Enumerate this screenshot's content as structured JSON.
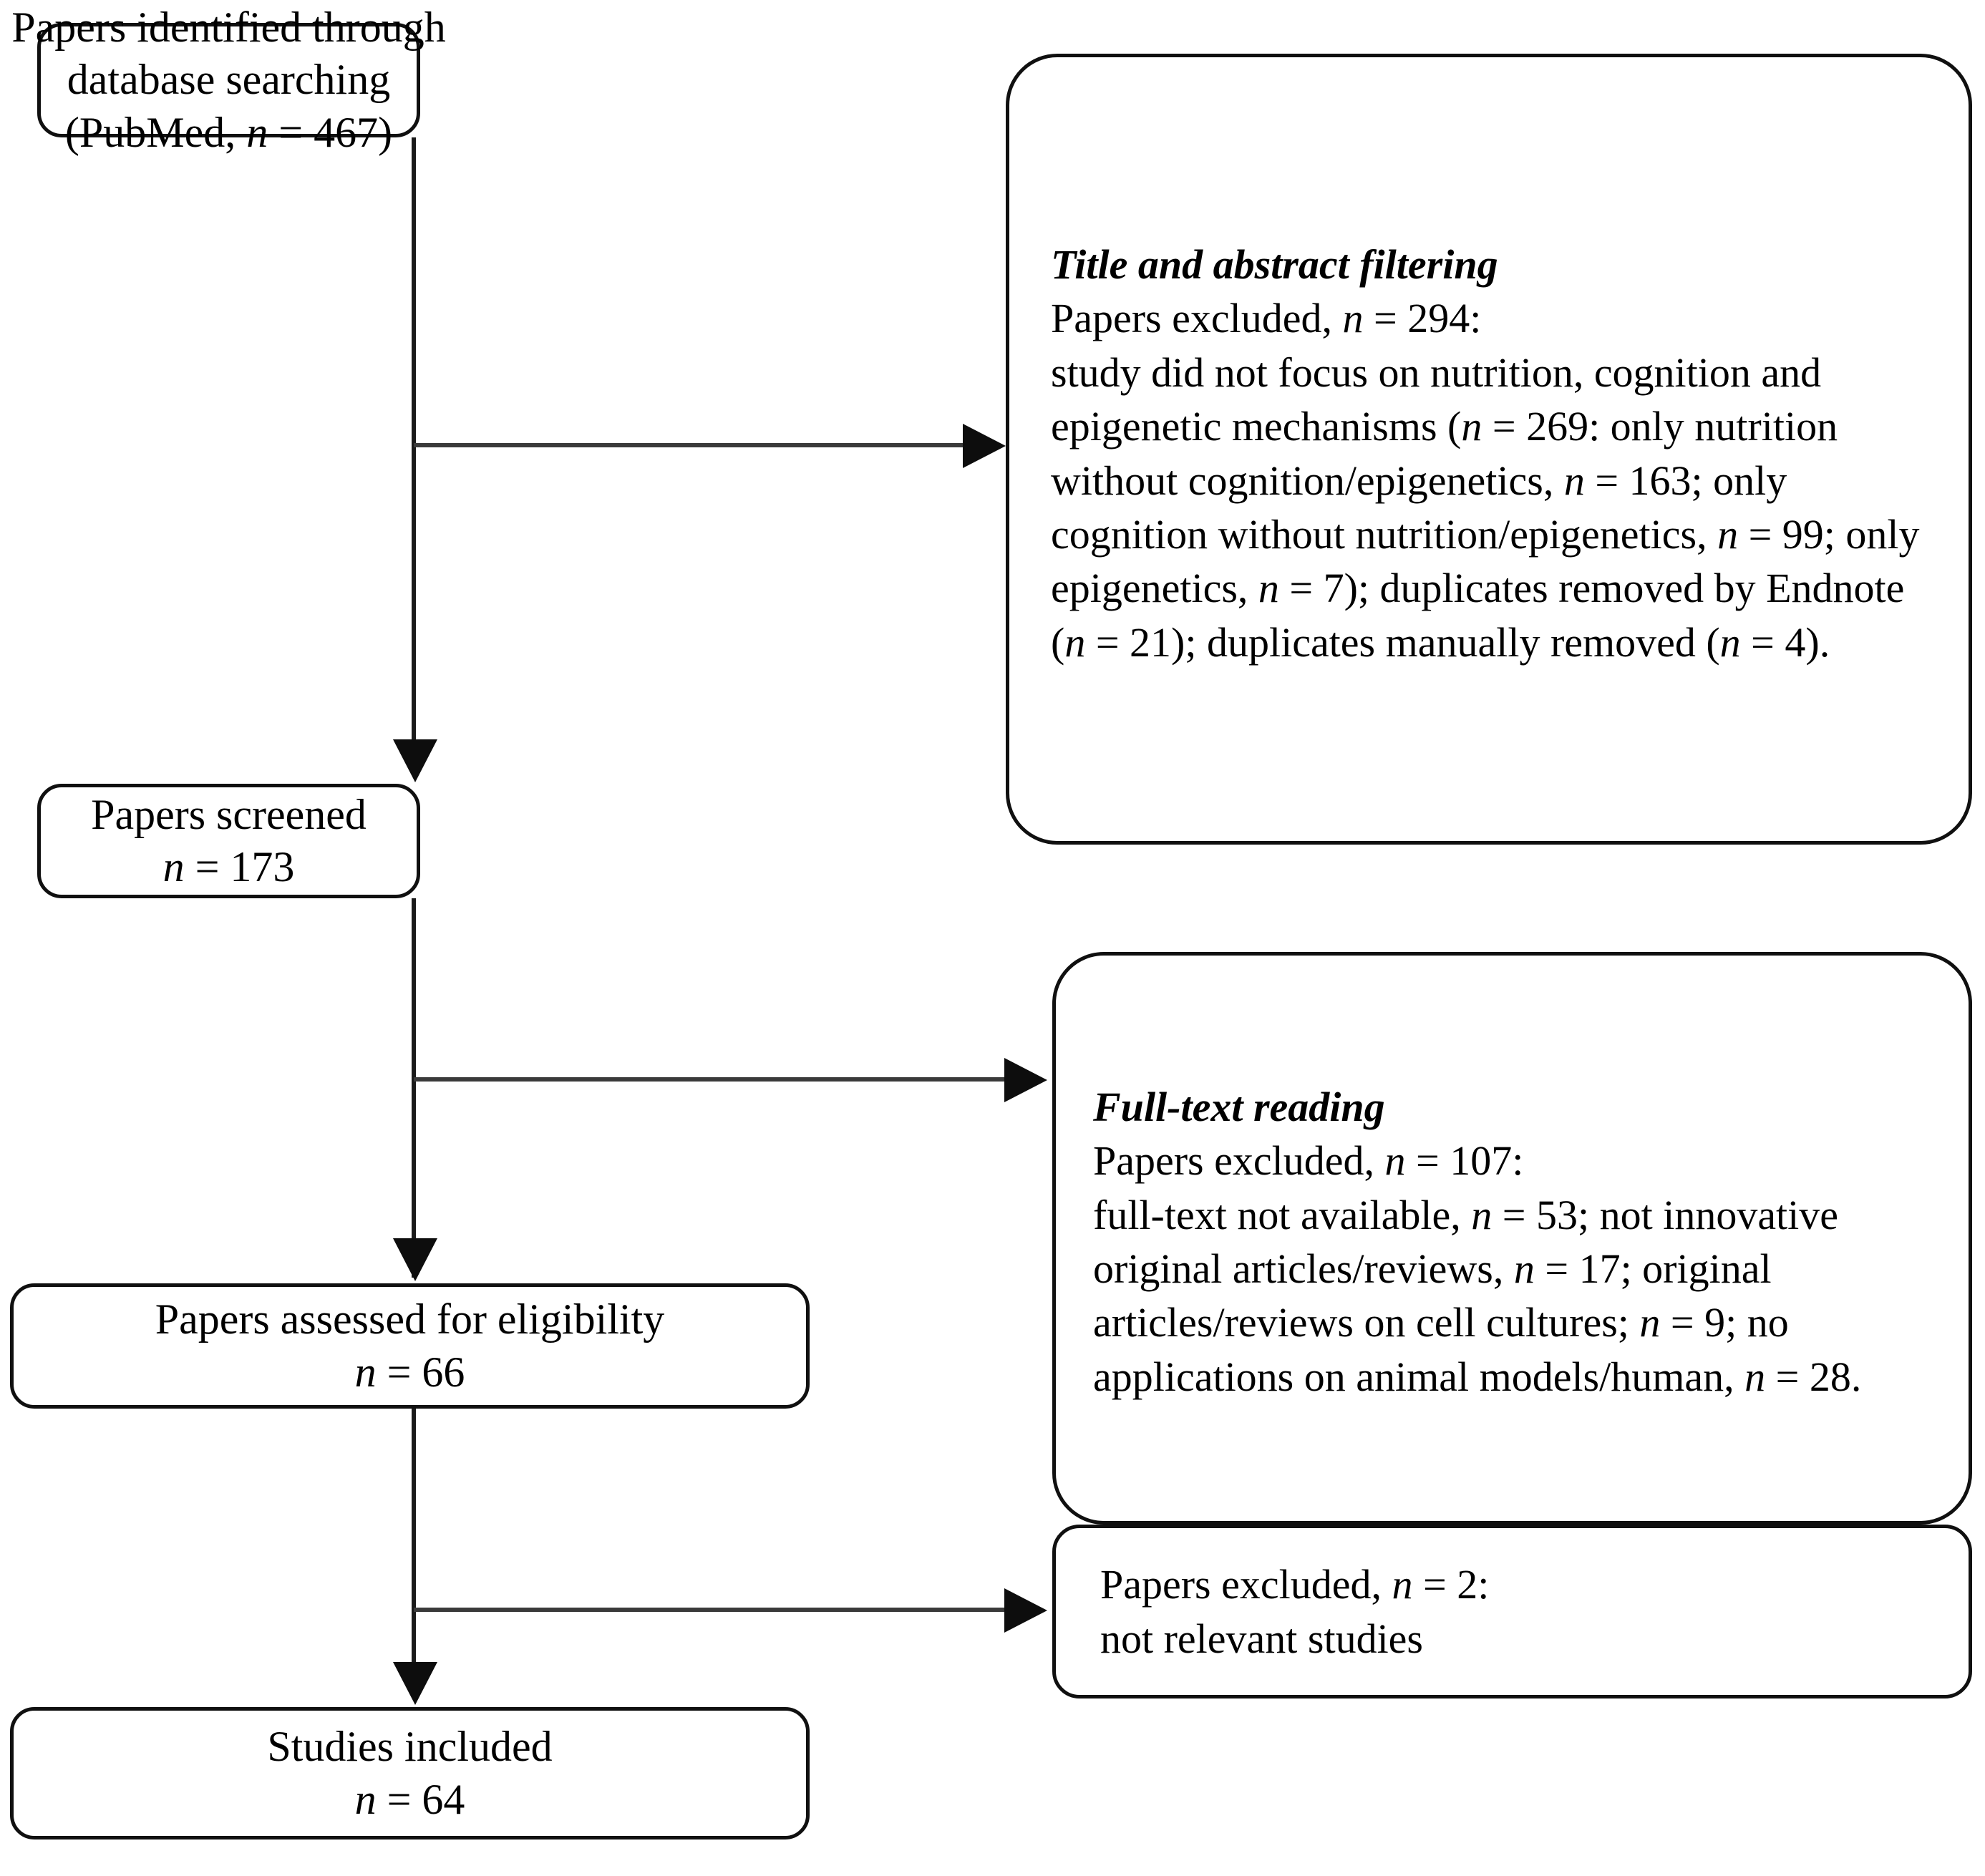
{
  "figure": {
    "type": "prisma-flow-diagram",
    "title": "PRISMA study selection flow diagram"
  },
  "flow": {
    "nodes": [
      {
        "id": "identified",
        "name": "papers-identified-box",
        "lines": [
          "Papers identified through",
          "database searching",
          "(PubMed, n = 467)"
        ],
        "count": 467,
        "source": "PubMed"
      },
      {
        "id": "screened",
        "name": "papers-screened-box",
        "lines": [
          "Papers screened",
          "n = 173"
        ],
        "count": 173
      },
      {
        "id": "eligibility",
        "name": "papers-assessed-box",
        "lines": [
          "Papers assessed for eligibility",
          "n = 66"
        ],
        "count": 66
      },
      {
        "id": "included",
        "name": "studies-included-box",
        "lines": [
          "Studies included",
          "n = 64"
        ],
        "count": 64
      }
    ],
    "exclusions": [
      {
        "id": "exclusion-title-abstract",
        "name": "title-abstract-filtering-box",
        "heading": "Title and abstract filtering",
        "body": "Papers excluded, n = 294: study did not focus on nutrition, cognition and epigenetic mechanisms (n = 269: only nutrition without cognition/epigenetics, n = 163; only cognition without nutrition/epigenetics, n = 99; only epigenetics, n = 7); duplicates removed by Endnote (n = 21); duplicates manually removed (n = 4).",
        "excluded_total": 294,
        "breakdown": [
          {
            "reason": "study did not focus on nutrition, cognition and epigenetic mechanisms",
            "n": 269
          },
          {
            "reason": "only nutrition without cognition/epigenetics",
            "n": 163
          },
          {
            "reason": "only cognition without nutrition/epigenetics",
            "n": 99
          },
          {
            "reason": "only epigenetics",
            "n": 7
          },
          {
            "reason": "duplicates removed by Endnote",
            "n": 21
          },
          {
            "reason": "duplicates manually removed",
            "n": 4
          }
        ]
      },
      {
        "id": "exclusion-full-text",
        "name": "full-text-reading-box",
        "heading": "Full-text reading",
        "body": "Papers excluded, n = 107: full-text not available, n = 53; not innovative original articles/reviews, n = 17; original articles/reviews on cell cultures; n = 9; no applications on animal models/human, n = 28.",
        "excluded_total": 107,
        "breakdown": [
          {
            "reason": "full-text not available",
            "n": 53
          },
          {
            "reason": "not innovative original articles/reviews",
            "n": 17
          },
          {
            "reason": "original articles/reviews on cell cultures",
            "n": 9
          },
          {
            "reason": "no applications on animal models/human",
            "n": 28
          }
        ]
      },
      {
        "id": "exclusion-final",
        "name": "final-exclusion-box",
        "heading": "",
        "body": "Papers excluded, n = 2: not relevant studies",
        "excluded_total": 2,
        "breakdown": [
          {
            "reason": "not relevant studies",
            "n": 2
          }
        ]
      }
    ]
  },
  "colors": {
    "box_border": "#101010",
    "connector": "#1a1a1a",
    "background": "#ffffff",
    "text": "#000000"
  }
}
